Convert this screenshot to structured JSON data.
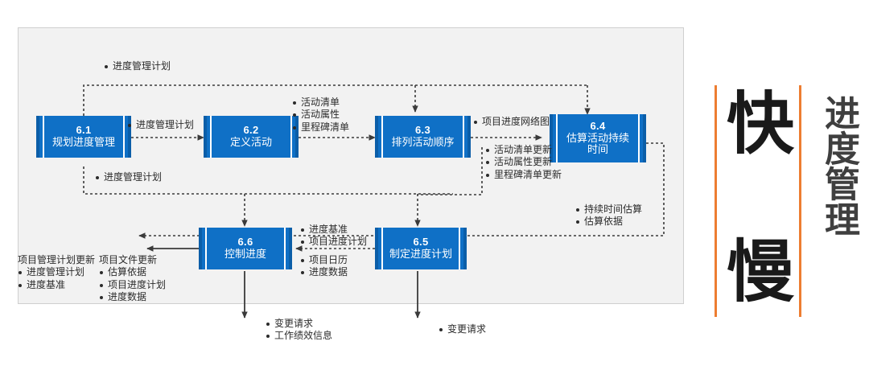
{
  "diagram": {
    "title_vertical": "进度管理",
    "decor_chars": [
      "快",
      "慢"
    ],
    "accent_color": "#ed7d31",
    "box_color": "#0f70c6",
    "box_edge_color": "#0b5ea8",
    "panel_bg": "#f2f2f2",
    "processes": [
      {
        "id": "6.1",
        "number": "6.1",
        "name": "规划进度管理"
      },
      {
        "id": "6.2",
        "number": "6.2",
        "name": "定义活动"
      },
      {
        "id": "6.3",
        "number": "6.3",
        "name": "排列活动顺序"
      },
      {
        "id": "6.4",
        "number": "6.4",
        "name": "估算活动持续\n时间"
      },
      {
        "id": "6.5",
        "number": "6.5",
        "name": "制定进度计划"
      },
      {
        "id": "6.6",
        "number": "6.6",
        "name": "控制进度"
      }
    ],
    "labels": {
      "top_plan": {
        "items": [
          "进度管理计划"
        ]
      },
      "p61_to_p62": {
        "items": [
          "进度管理计划"
        ]
      },
      "p61_down_plan": {
        "items": [
          "进度管理计划"
        ]
      },
      "p62_to_p63": {
        "items": [
          "活动清单",
          "活动属性",
          "里程碑清单"
        ]
      },
      "p63_to_p64": {
        "items": [
          "项目进度网络图"
        ]
      },
      "p63_updates": {
        "items": [
          "活动清单更新",
          "活动属性更新",
          "里程碑清单更新"
        ]
      },
      "p64_to_p65": {
        "items": [
          "持续时间估算",
          "估算依据"
        ]
      },
      "p65_to_p66_upper": {
        "items": [
          "进度基准",
          "项目进度计划"
        ]
      },
      "p65_to_p66_lower": {
        "items": [
          "项目日历",
          "进度数据"
        ]
      },
      "pm_plan_update": {
        "header": "项目管理计划更新",
        "items": [
          "进度管理计划",
          "进度基准"
        ]
      },
      "doc_update": {
        "header": "项目文件更新",
        "items": [
          "估算依据",
          "项目进度计划",
          "进度数据"
        ]
      },
      "p66_out": {
        "items": [
          "变更请求",
          "工作绩效信息"
        ]
      },
      "p65_out": {
        "items": [
          "变更请求"
        ]
      }
    }
  }
}
